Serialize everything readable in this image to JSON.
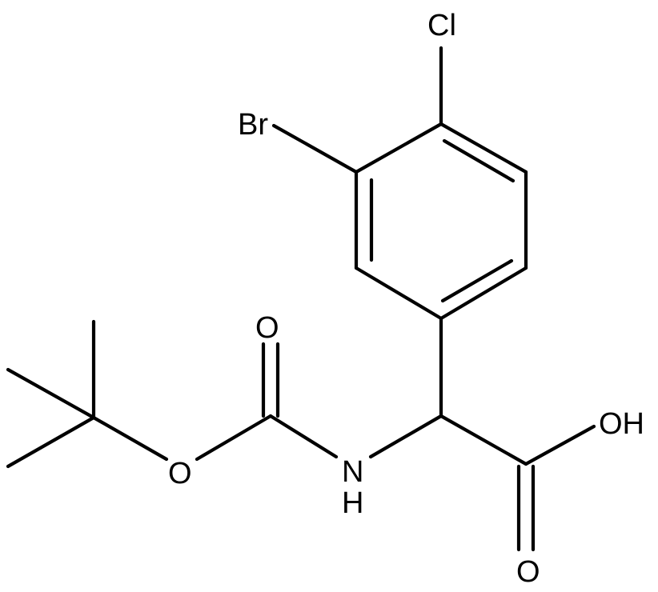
{
  "atoms": {
    "cl": "Cl",
    "br": "Br",
    "o_carbonyl_boc": "O",
    "o_ester_boc": "O",
    "n": "N",
    "h_amine": "H",
    "oh": "OH",
    "o_carbonyl_acid": "O"
  }
}
